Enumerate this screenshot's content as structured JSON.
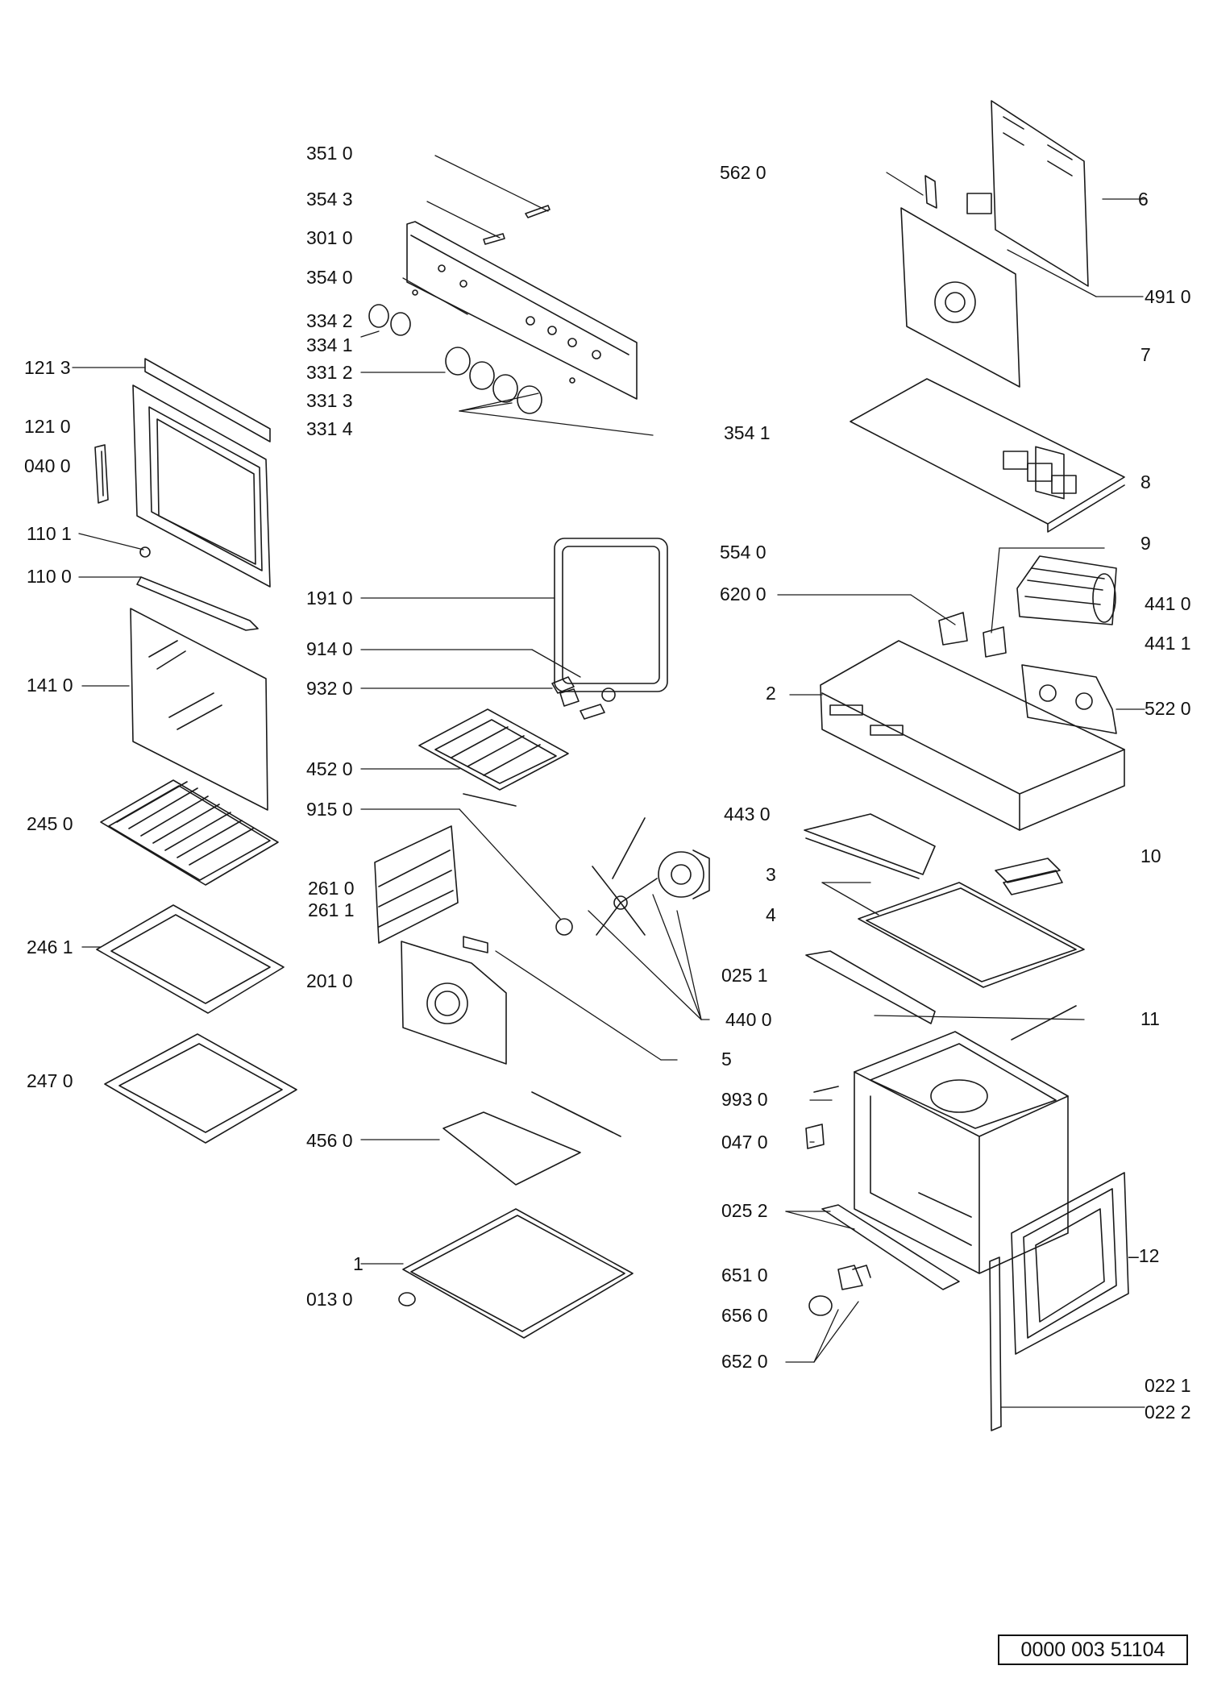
{
  "diagram": {
    "labels": {
      "l_351_0": "351 0",
      "l_354_3": "354 3",
      "l_301_0": "301 0",
      "l_354_0": "354 0",
      "l_334_2": "334 2",
      "l_334_1": "334 1",
      "l_331_2": "331 2",
      "l_331_3": "331 3",
      "l_331_4": "331 4",
      "l_121_3": "121 3",
      "l_121_0": "121 0",
      "l_040_0": "040 0",
      "l_110_1": "110 1",
      "l_110_0": "110 0",
      "l_141_0": "141 0",
      "l_245_0": "245 0",
      "l_246_1": "246 1",
      "l_247_0": "247 0",
      "l_191_0": "191 0",
      "l_914_0": "914 0",
      "l_932_0": "932 0",
      "l_452_0": "452 0",
      "l_915_0": "915 0",
      "l_261_0": "261 0",
      "l_261_1": "261 1",
      "l_201_0": "201 0",
      "l_456_0": "456 0",
      "l_1": "1",
      "l_013_0": "013 0",
      "l_562_0": "562 0",
      "l_6": "6",
      "l_491_0": "491 0",
      "l_7": "7",
      "l_354_1": "354 1",
      "l_8": "8",
      "l_9": "9",
      "l_554_0": "554 0",
      "l_620_0": "620 0",
      "l_441_0": "441 0",
      "l_441_1": "441 1",
      "l_2": "2",
      "l_522_0": "522 0",
      "l_443_0": "443 0",
      "l_3": "3",
      "l_10": "10",
      "l_4": "4",
      "l_025_1": "025 1",
      "l_440_0": "440 0",
      "l_5": "5",
      "l_11": "11",
      "l_993_0": "993 0",
      "l_047_0": "047 0",
      "l_025_2": "025 2",
      "l_651_0": "651 0",
      "l_656_0": "656 0",
      "l_652_0": "652 0",
      "l_12": "–12",
      "l_022_1": "022 1",
      "l_022_2": "022 2"
    },
    "document_code": "0000 003 51104"
  }
}
